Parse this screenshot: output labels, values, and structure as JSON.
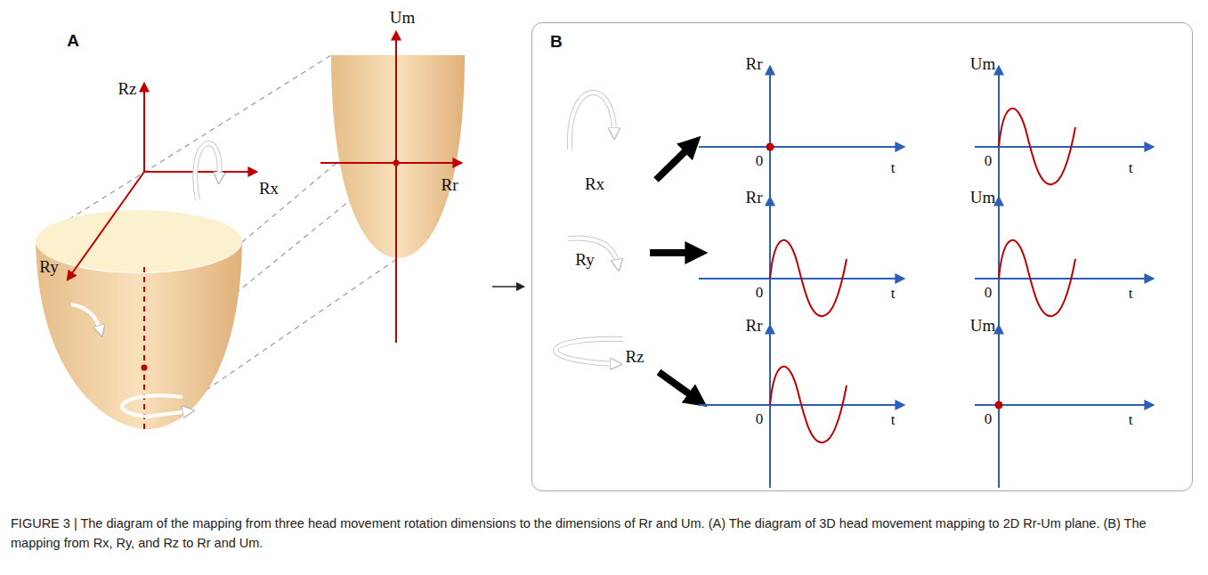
{
  "diagram": {
    "caption": "FIGURE 3 | The diagram of the mapping from three head movement rotation dimensions to the dimensions of Rr and Um. (A) The diagram of 3D head movement mapping to 2D Rr-Um plane. (B) The mapping from Rx, Ry, and Rz to Rr and Um.",
    "nodes": [
      {
        "text": [
          "B"
        ]
      }
    ],
    "edges": [],
    "labels": [
      "A",
      "Um",
      "Rr",
      "Rz",
      "Rx",
      "Ry",
      "Rx",
      "Ry",
      "Rz",
      "Rr",
      "t",
      "0",
      "Um",
      "t",
      "0",
      "Rr",
      "t",
      "0",
      "Um",
      "t",
      "0",
      "Rr",
      "t",
      "0",
      "Um",
      "t",
      "0"
    ]
  }
}
